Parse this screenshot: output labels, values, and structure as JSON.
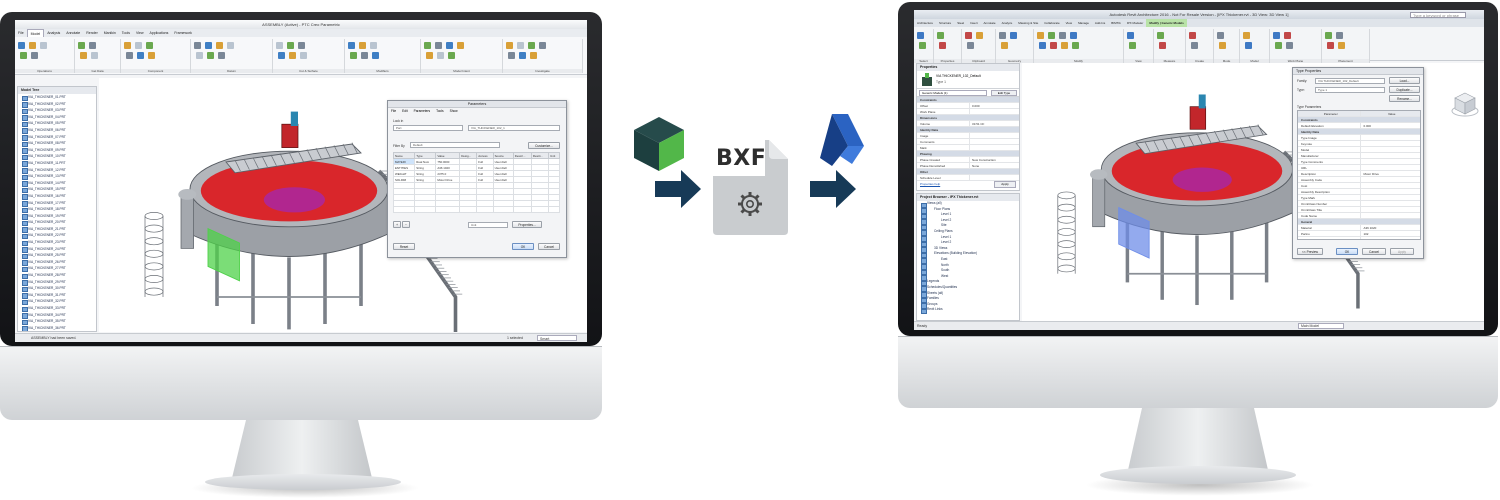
{
  "left_app": {
    "title": "ASSEMBLY (Active) - PTC Creo Parametric",
    "menu_tabs": [
      "File",
      "Model",
      "Analysis",
      "Annotate",
      "Render",
      "Manikin",
      "Tools",
      "View",
      "Applications",
      "Framework"
    ],
    "active_tab": "Model",
    "ribbon_groups": [
      "Operations",
      "Get Data",
      "Component",
      "Datum",
      "Cut & Surface",
      "Modifiers",
      "Model Intent",
      "Investigate"
    ],
    "model_tree_title": "Model Tree",
    "tree_items": [
      "VIA_THICKENER_01.PRT",
      "VIA_THICKENER_02.PRT",
      "VIA_THICKENER_03.PRT",
      "VIA_THICKENER_04.PRT",
      "VIA_THICKENER_05.PRT",
      "VIA_THICKENER_06.PRT",
      "VIA_THICKENER_07.PRT",
      "VIA_THICKENER_08.PRT",
      "VIA_THICKENER_09.PRT",
      "VIA_THICKENER_10.PRT",
      "VIA_THICKENER_11.PRT",
      "VIA_THICKENER_12.PRT",
      "VIA_THICKENER_13.PRT",
      "VIA_THICKENER_14.PRT",
      "VIA_THICKENER_15.PRT",
      "VIA_THICKENER_16.PRT",
      "VIA_THICKENER_17.PRT",
      "VIA_THICKENER_18.PRT",
      "VIA_THICKENER_19.PRT",
      "VIA_THICKENER_20.PRT",
      "VIA_THICKENER_21.PRT",
      "VIA_THICKENER_22.PRT",
      "VIA_THICKENER_23.PRT",
      "VIA_THICKENER_24.PRT",
      "VIA_THICKENER_25.PRT",
      "VIA_THICKENER_26.PRT",
      "VIA_THICKENER_27.PRT",
      "VIA_THICKENER_28.PRT",
      "VIA_THICKENER_29.PRT",
      "VIA_THICKENER_30.PRT",
      "VIA_THICKENER_31.PRT",
      "VIA_THICKENER_32.PRT",
      "VIA_THICKENER_33.PRT",
      "VIA_THICKENER_34.PRT",
      "VIA_THICKENER_35.PRT",
      "VIA_THICKENER_36.PRT",
      "VIA_THICKENER_37.PRT",
      "VIA_THICKENER_38.PRT",
      "VIA_THICKENER_39.PRT",
      "VIA_THICKENER_40.PRT"
    ],
    "selected_tree_index": 38,
    "params_dialog": {
      "title": "Parameters",
      "menu": [
        "File",
        "Edit",
        "Parameters",
        "Tools",
        "Show"
      ],
      "look_in_label": "Look in",
      "look_in_value": "Part",
      "part_value": "VIA_THICKENER_102_1",
      "filter_label": "Filter By",
      "filter_value": "Default",
      "customize_label": "Customize...",
      "columns": [
        "Name",
        "Type",
        "Value",
        "Desig...",
        "Access",
        "Source",
        "Descri...",
        "Restri...",
        "Unit"
      ],
      "rows": [
        [
          "MATERI",
          "Real Num",
          "750.0000",
          "",
          "Full",
          "User-Defi",
          "",
          "",
          ""
        ],
        [
          "ENTITIES",
          "String",
          "A36 1020",
          "",
          "Full",
          "User-Defi",
          "",
          "",
          ""
        ],
        [
          "WEIGHT",
          "String",
          "2375.0",
          "",
          "Full",
          "User-Defi",
          "",
          "",
          ""
        ],
        [
          "SOLIDM",
          "String",
          "Motor Drive",
          "",
          "Full",
          "User-Defi",
          "",
          "",
          ""
        ]
      ],
      "properties_label": "Properties...",
      "reset_label": "Reset",
      "ok_label": "OK",
      "cancel_label": "Cancel",
      "list_value": "Unit"
    },
    "status_text": "ASSEMBLY had been saved.",
    "status_right": "1 selected",
    "status_filter": "Smart"
  },
  "flow": {
    "format_label": "BXF",
    "source_icon": "creo-cube-icon",
    "target_icon": "revit-logo-icon",
    "colors": {
      "arrow": "#173a57",
      "cube_dark": "#1a4a4a",
      "cube_green": "#52b749",
      "doc": "#c8cbce",
      "revit": "#1e4fa3"
    }
  },
  "right_app": {
    "title": "Autodesk Revit Architecture 2016 - Not For Resale Version - [IPX Thickener.rvt - 3D View: 3D View 1]",
    "search_placeholder": "Type a keyword or phrase",
    "menu_tabs": [
      "Architecture",
      "Structure",
      "Steel",
      "Insert",
      "Annotate",
      "Analyze",
      "Massing & Site",
      "Collaborate",
      "View",
      "Manage",
      "Add-Ins",
      "BIMTrk",
      "IPX Modeler",
      "Modify | Generic Models"
    ],
    "ribbon_groups": [
      "Select",
      "Properties",
      "Clipboard",
      "Geometry",
      "Modify",
      "View",
      "Measure",
      "Create",
      "Mode",
      "Model",
      "Work Plane",
      "Placement"
    ],
    "context_label": "Modify | Generic Models",
    "properties": {
      "title": "Properties",
      "family_name": "VIA THICKENER_102_Default",
      "family_type": "Type 1",
      "instance_selector": "Generic Models (1)",
      "edit_type_label": "Edit Type",
      "rows": [
        {
          "section": "Constraints"
        },
        {
          "k": "Offset",
          "v": "0.000"
        },
        {
          "k": "Work Plane",
          "v": ""
        },
        {
          "section": "Dimensions"
        },
        {
          "k": "Volume",
          "v": "33.51 CF"
        },
        {
          "section": "Identity Data"
        },
        {
          "k": "Image",
          "v": ""
        },
        {
          "k": "Comments",
          "v": ""
        },
        {
          "k": "Mark",
          "v": ""
        },
        {
          "section": "Phasing"
        },
        {
          "k": "Phase Created",
          "v": "New Construction"
        },
        {
          "k": "Phase Demolished",
          "v": "None"
        },
        {
          "section": "Other"
        },
        {
          "k": "Schedule Level",
          "v": ""
        }
      ],
      "help_link": "Properties help",
      "apply_label": "Apply"
    },
    "project_browser": {
      "title": "Project Browser - IPX Thickener.rvt",
      "items": [
        {
          "label": "Views (all)",
          "level": 0
        },
        {
          "label": "Floor Plans",
          "level": 1
        },
        {
          "label": "Level 1",
          "level": 2
        },
        {
          "label": "Level 2",
          "level": 2
        },
        {
          "label": "Site",
          "level": 2
        },
        {
          "label": "Ceiling Plans",
          "level": 1
        },
        {
          "label": "Level 1",
          "level": 2
        },
        {
          "label": "Level 2",
          "level": 2
        },
        {
          "label": "3D Views",
          "level": 1
        },
        {
          "label": "Elevations (Building Elevation)",
          "level": 1
        },
        {
          "label": "East",
          "level": 2
        },
        {
          "label": "North",
          "level": 2
        },
        {
          "label": "South",
          "level": 2
        },
        {
          "label": "West",
          "level": 2
        },
        {
          "label": "Legends",
          "level": 0
        },
        {
          "label": "Schedules/Quantities",
          "level": 0
        },
        {
          "label": "Sheets (all)",
          "level": 0
        },
        {
          "label": "Families",
          "level": 0
        },
        {
          "label": "Groups",
          "level": 0
        },
        {
          "label": "Revit Links",
          "level": 0
        }
      ]
    },
    "type_properties": {
      "title": "Type Properties",
      "family_label": "Family:",
      "family_value": "VIA THICKENER_102_Default",
      "type_label": "Type:",
      "type_value": "Type 1",
      "load_label": "Load...",
      "duplicate_label": "Duplicate...",
      "rename_label": "Rename...",
      "type_params_label": "Type Parameters",
      "col_param": "Parameter",
      "col_value": "Value",
      "rows": [
        {
          "section": "Constraints"
        },
        {
          "k": "Default Elevation",
          "v": "0.000"
        },
        {
          "section": "Identity Data"
        },
        {
          "k": "Type Image",
          "v": ""
        },
        {
          "k": "Keynote",
          "v": ""
        },
        {
          "k": "Model",
          "v": ""
        },
        {
          "k": "Manufacturer",
          "v": ""
        },
        {
          "k": "Type Comments",
          "v": ""
        },
        {
          "k": "URL",
          "v": ""
        },
        {
          "k": "Description",
          "v": "Motor Drive"
        },
        {
          "k": "Assembly Code",
          "v": ""
        },
        {
          "k": "Cost",
          "v": ""
        },
        {
          "k": "Assembly Description",
          "v": ""
        },
        {
          "k": "Type Mark",
          "v": ""
        },
        {
          "k": "OmniClass Number",
          "v": ""
        },
        {
          "k": "OmniClass Title",
          "v": ""
        },
        {
          "k": "Code Name",
          "v": ""
        },
        {
          "section": "General"
        },
        {
          "k": "Material",
          "v": "A36 1020"
        },
        {
          "k": "Partno",
          "v": "102"
        },
        {
          "k": "Weight",
          "v": "2375.78"
        }
      ],
      "preview_label": "<< Preview",
      "ok_label": "OK",
      "cancel_label": "Cancel",
      "apply_label": "Apply"
    },
    "status_text": "Ready",
    "status_model": "Main Model"
  }
}
